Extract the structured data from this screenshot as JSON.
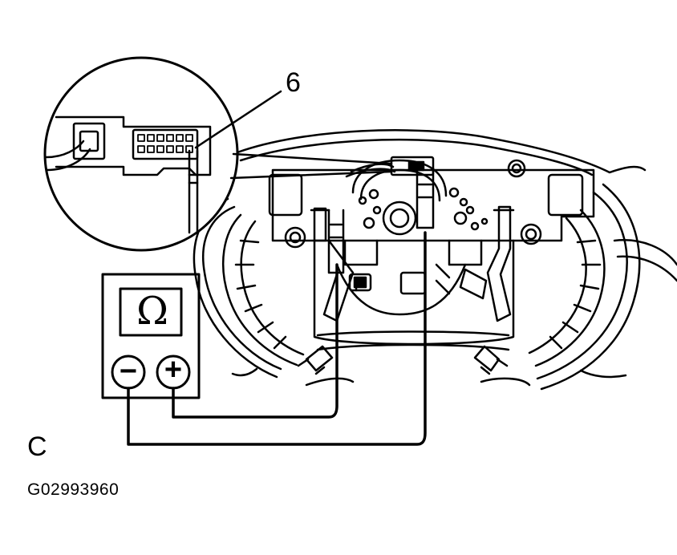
{
  "diagram": {
    "pin_callout": "6",
    "view_label": "C",
    "figure_code": "G02993960",
    "meter": {
      "symbol": "Ω",
      "negative_terminal": "−",
      "positive_terminal": "+"
    }
  },
  "colors": {
    "line": "#000000",
    "background": "#ffffff"
  }
}
